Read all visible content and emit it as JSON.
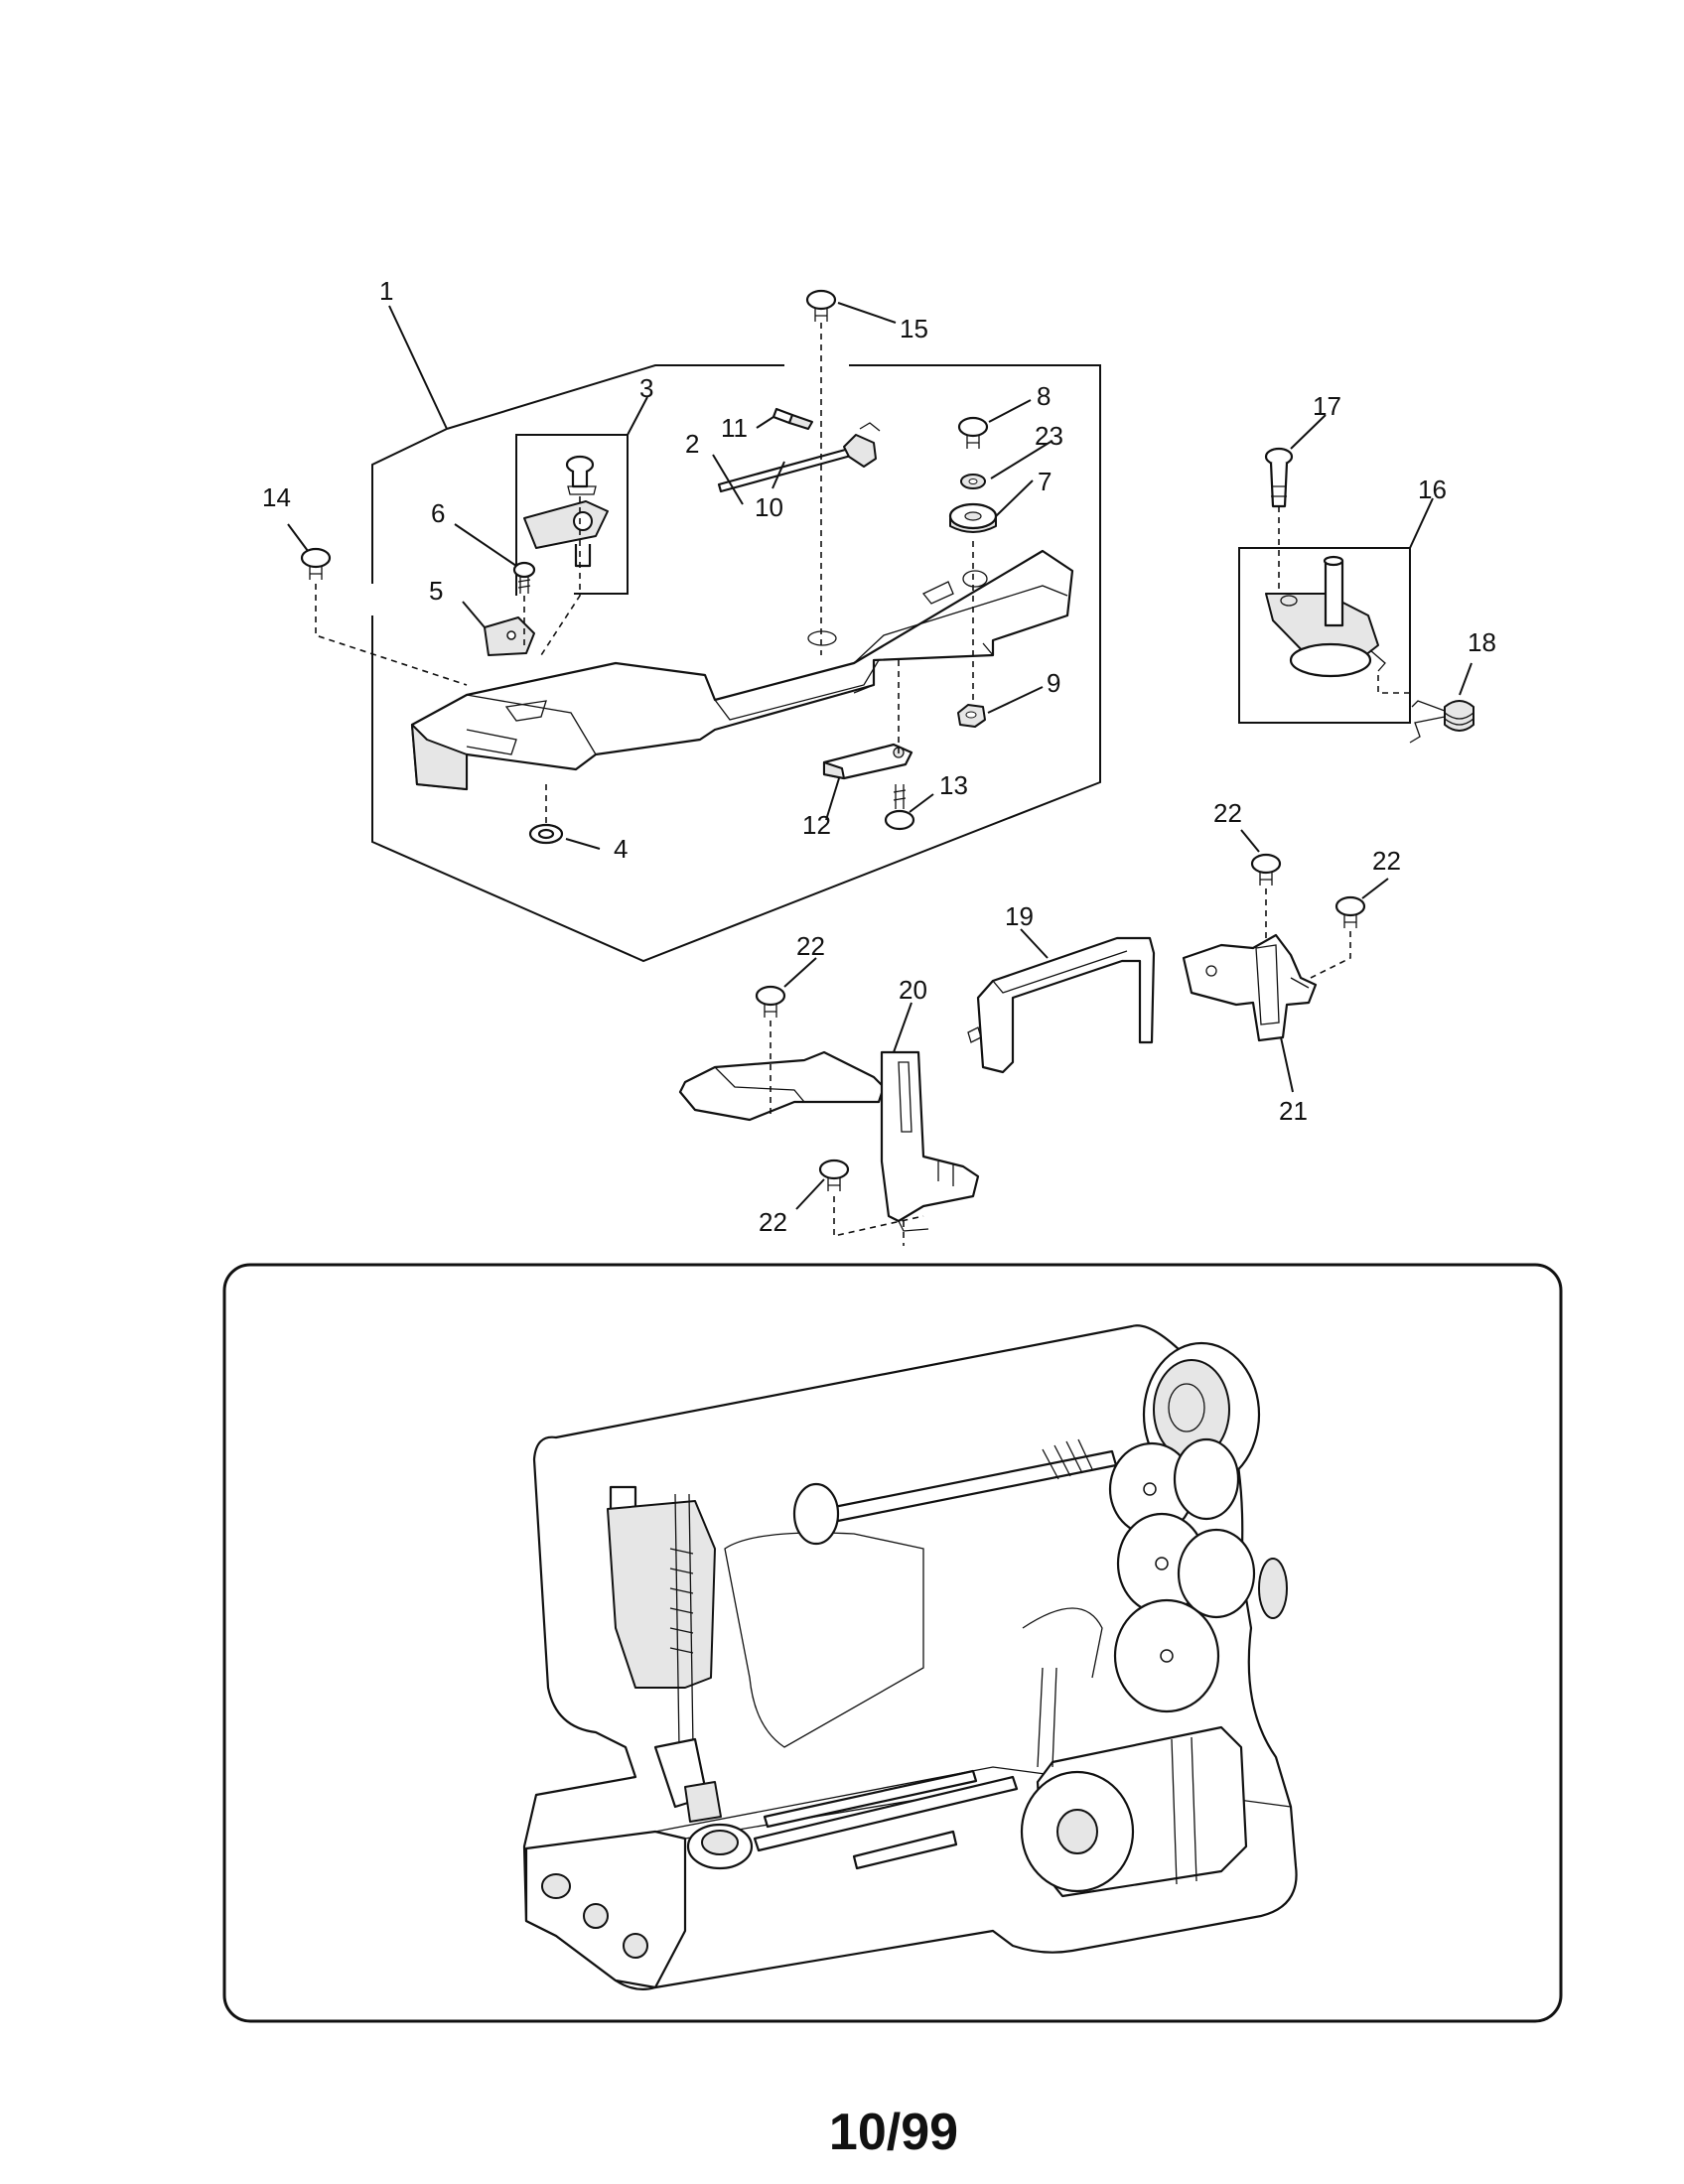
{
  "callouts": [
    "1",
    "2",
    "3",
    "4",
    "5",
    "6",
    "7",
    "8",
    "9",
    "10",
    "11",
    "12",
    "13",
    "14",
    "15",
    "16",
    "17",
    "18",
    "19",
    "20",
    "21",
    "22",
    "23"
  ],
  "page_code": "10/99"
}
